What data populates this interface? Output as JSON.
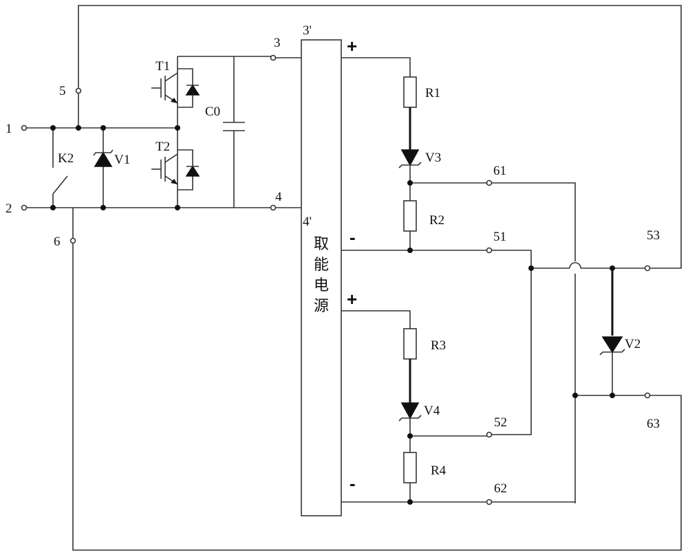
{
  "terminals": {
    "t1": "1",
    "t2": "2",
    "t3": "3",
    "t4": "4",
    "t5": "5",
    "t6": "6",
    "t3p": "3'",
    "t4p": "4'",
    "t51": "51",
    "t52": "52",
    "t53": "53",
    "t61": "61",
    "t62": "62",
    "t63": "63"
  },
  "components": {
    "t1": "T1",
    "t2": "T2",
    "c0": "C0",
    "k2": "K2",
    "v1": "V1",
    "r1": "R1",
    "r2": "R2",
    "r3": "R3",
    "r4": "R4",
    "v2": "V2",
    "v3": "V3",
    "v4": "V4"
  },
  "power_supply": {
    "chars": [
      "取",
      "能",
      "电",
      "源"
    ],
    "plus1": "+",
    "minus1": "-",
    "plus2": "+",
    "minus2": "-"
  }
}
